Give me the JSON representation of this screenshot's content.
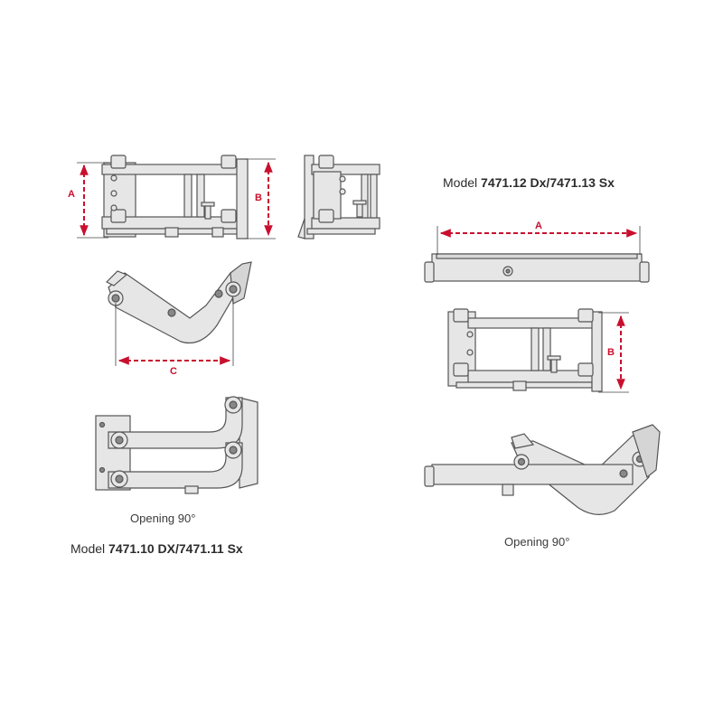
{
  "left": {
    "model_prefix": "Model ",
    "model_code": "7471.10 DX/7471.11 Sx",
    "opening": "Opening 90°",
    "dims": {
      "a": "A",
      "b": "B",
      "c": "C"
    }
  },
  "right": {
    "model_prefix": "Model ",
    "model_code": "7471.12 Dx/7471.13 Sx",
    "opening": "Opening 90°",
    "dims": {
      "a": "A",
      "b": "B"
    }
  },
  "colors": {
    "dimension": "#c8102e",
    "metal": "#e6e6e6",
    "outline": "#555555"
  }
}
